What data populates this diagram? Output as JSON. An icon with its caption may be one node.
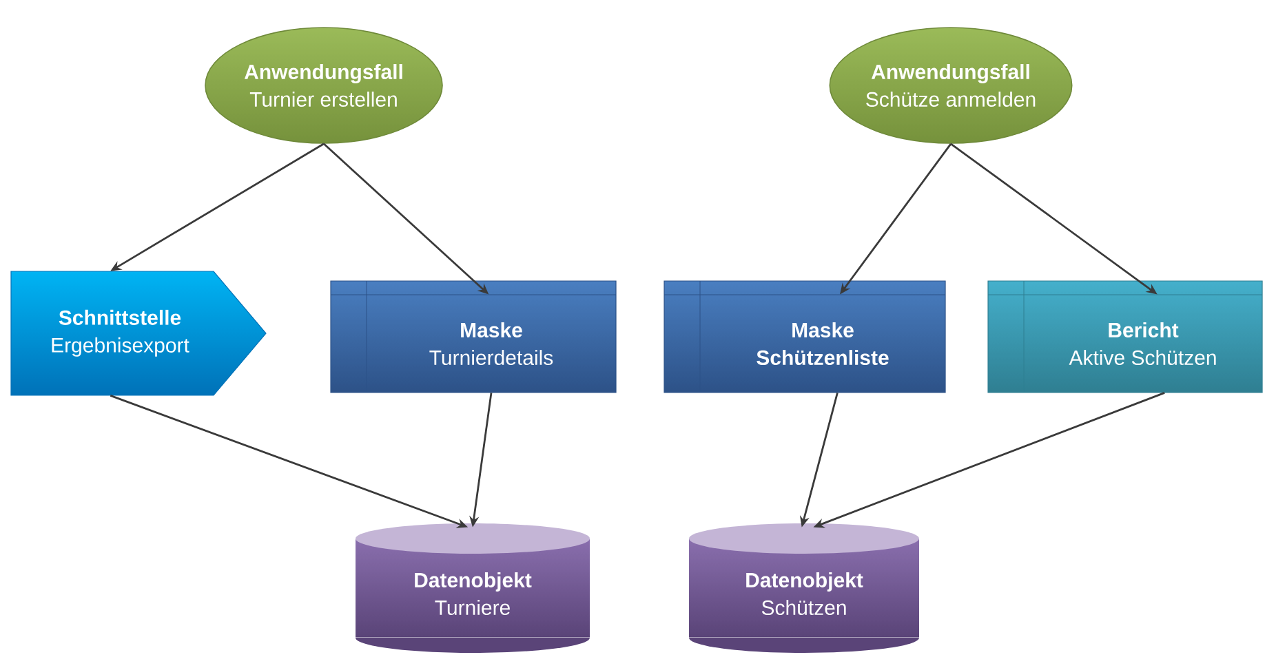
{
  "diagram": {
    "nodes": [
      {
        "text": [
          "Anwendungsfall",
          "Turnier erstellen"
        ]
      },
      {
        "text": [
          "Anwendungsfall",
          "Schütze anmelden"
        ]
      },
      {
        "text": [
          "Schnittstelle",
          "Ergebnisexport"
        ]
      },
      {
        "text": [
          "Maske",
          "Turnierdetails"
        ]
      },
      {
        "text": [
          "Maske",
          "Schützenliste"
        ]
      },
      {
        "text": [
          "Bericht",
          "Aktive Schützen"
        ]
      },
      {
        "text": [
          "Datenobjekt",
          "Turniere"
        ]
      },
      {
        "text": [
          "Datenobjekt",
          "Schützen"
        ]
      }
    ],
    "edges": [
      {
        "from": 0,
        "to": 2,
        "arrow": "to"
      },
      {
        "from": 0,
        "to": 3,
        "arrow": "to"
      },
      {
        "from": 1,
        "to": 4,
        "arrow": "to"
      },
      {
        "from": 1,
        "to": 5,
        "arrow": "to"
      },
      {
        "from": 2,
        "to": 6,
        "arrow": "to"
      },
      {
        "from": 3,
        "to": 6,
        "arrow": "to"
      },
      {
        "from": 4,
        "to": 7,
        "arrow": "to"
      },
      {
        "from": 5,
        "to": 7,
        "arrow": "to"
      }
    ]
  }
}
